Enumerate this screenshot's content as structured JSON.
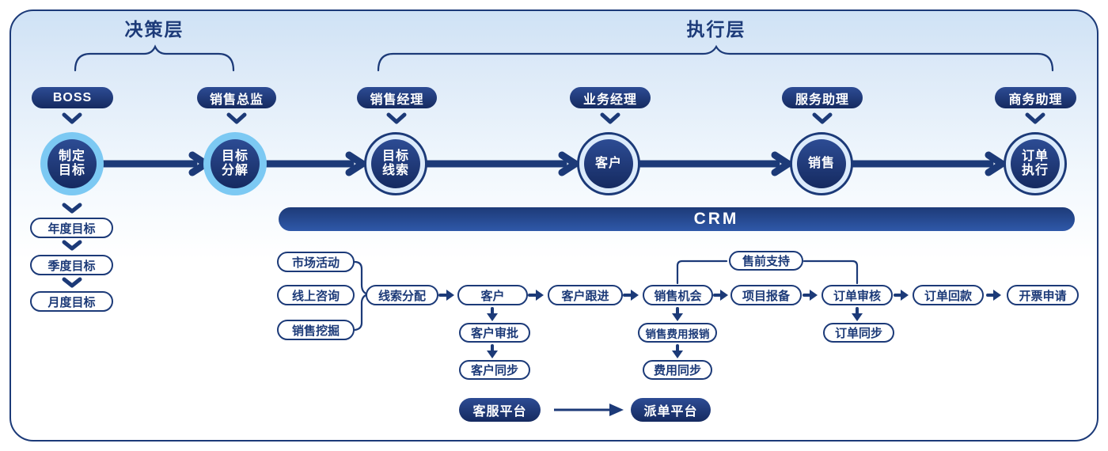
{
  "palette": {
    "navy": "#1c3a78",
    "navy-deep": "#152a60",
    "navy-mid": "#2d4c94",
    "bar-top": "#1d3a78",
    "bar-bottom": "#2f58a9",
    "sky": "#7cc9f3",
    "pale": "#dcebfb",
    "bg-top": "#cfe2f5"
  },
  "layers": {
    "decision": "决策层",
    "execution": "执行层"
  },
  "roles": [
    "BOSS",
    "销售总监",
    "销售经理",
    "业务经理",
    "服务助理",
    "商务助理"
  ],
  "circles": [
    [
      "制定",
      "目标"
    ],
    [
      "目标",
      "分解"
    ],
    [
      "目标",
      "线索"
    ],
    [
      "客户"
    ],
    [
      "销售"
    ],
    [
      "订单",
      "执行"
    ]
  ],
  "goals": [
    "年度目标",
    "季度目标",
    "月度目标"
  ],
  "crm": {
    "label": "CRM"
  },
  "flow": {
    "sources": [
      "市场活动",
      "线上咨询",
      "销售挖掘"
    ],
    "main": [
      "线索分配",
      "客户",
      "客户跟进",
      "销售机会",
      "项目报备",
      "订单审核",
      "订单回款",
      "开票申请"
    ],
    "presales": "售前支持",
    "customer_chain": [
      "客户审批",
      "客户同步"
    ],
    "expense_chain": [
      "销售费用报销",
      "费用同步"
    ],
    "order_chain": [
      "订单同步"
    ],
    "platforms": {
      "from": "客服平台",
      "to": "派单平台"
    }
  }
}
